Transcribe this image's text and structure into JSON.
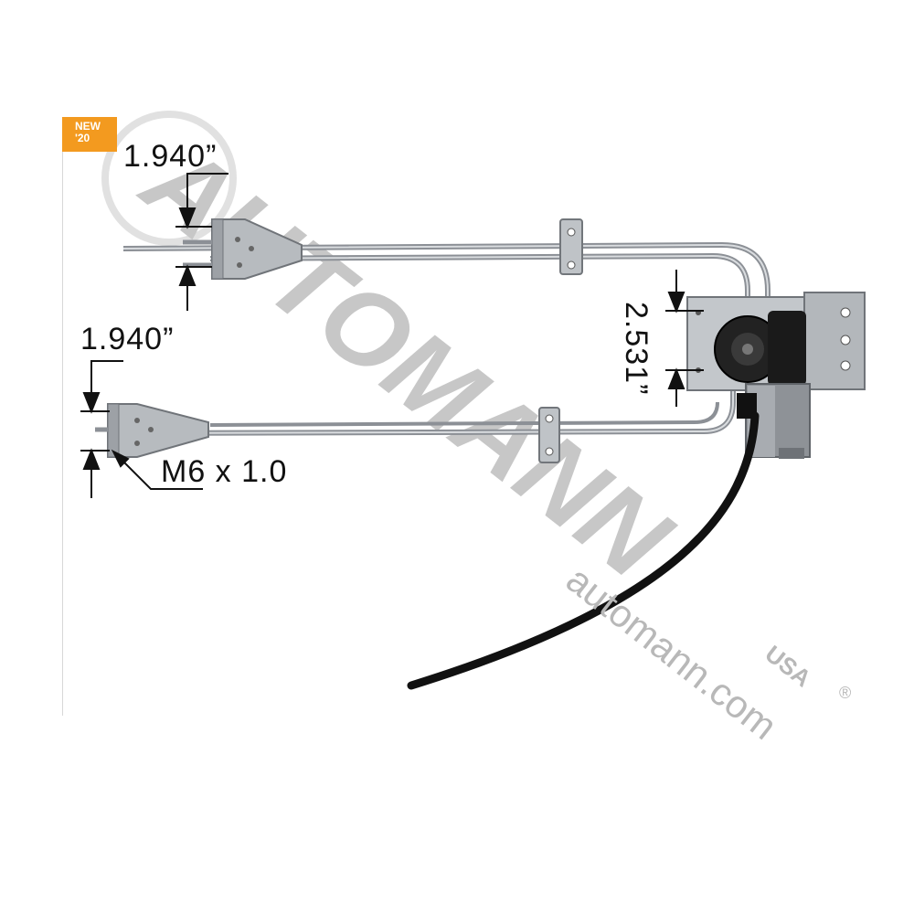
{
  "badge": {
    "line1": "NEW",
    "line2": "'20",
    "color": "#f39a1f"
  },
  "dimensions": {
    "top_bracket": "1.940”",
    "bottom_bracket": "1.940”",
    "motor_spacing": "2.531”",
    "thread": "M6 x 1.0"
  },
  "watermark": {
    "brand": "AUTOMANN",
    "url": "automann.com",
    "usa": "USA",
    "registered": "®",
    "color": "#b8b8b8"
  },
  "colors": {
    "metal": "#a9adb2",
    "metal_dark": "#7d8287",
    "cable": "#111111",
    "motor": "#1a1a1a"
  }
}
